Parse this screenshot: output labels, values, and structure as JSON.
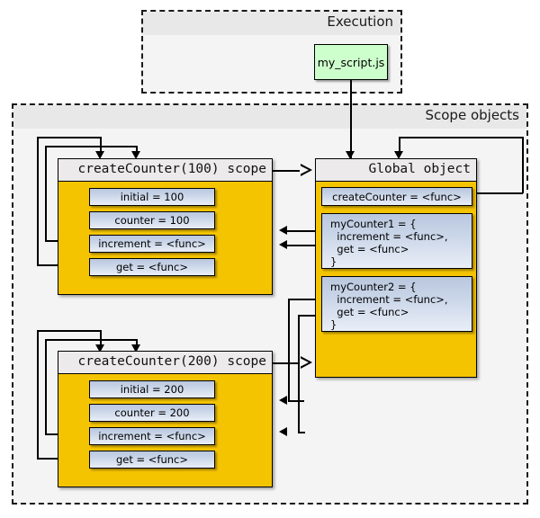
{
  "diagram": {
    "title": "JavaScript closure scope diagram",
    "colors": {
      "scope_fill": "#F5C400",
      "entry_fill": "#c9d5e8",
      "script_fill": "#ccffcc",
      "frame_fill": "#f4f4f4",
      "header_fill": "#eceaea",
      "stroke": "#000000"
    }
  },
  "execution_frame": {
    "label": "Execution",
    "script_node": {
      "label": "my_script.js"
    }
  },
  "scope_frame": {
    "label": "Scope objects"
  },
  "scopes": [
    {
      "title": "createCounter(100) scope",
      "entries": [
        {
          "label": "initial = 100"
        },
        {
          "label": "counter = 100"
        },
        {
          "label": "increment = <func>"
        },
        {
          "label": "get = <func>"
        }
      ]
    },
    {
      "title": "createCounter(200) scope",
      "entries": [
        {
          "label": "initial = 200"
        },
        {
          "label": "counter = 200"
        },
        {
          "label": "increment = <func>"
        },
        {
          "label": "get = <func>"
        }
      ]
    }
  ],
  "global_object": {
    "title": "Global object",
    "entries": [
      {
        "label": "createCounter = <func>"
      },
      {
        "label": "myCounter1 = {\n  increment = <func>,\n  get = <func>\n}"
      },
      {
        "label": "myCounter2 = {\n  increment = <func>,\n  get = <func>\n}"
      }
    ]
  }
}
